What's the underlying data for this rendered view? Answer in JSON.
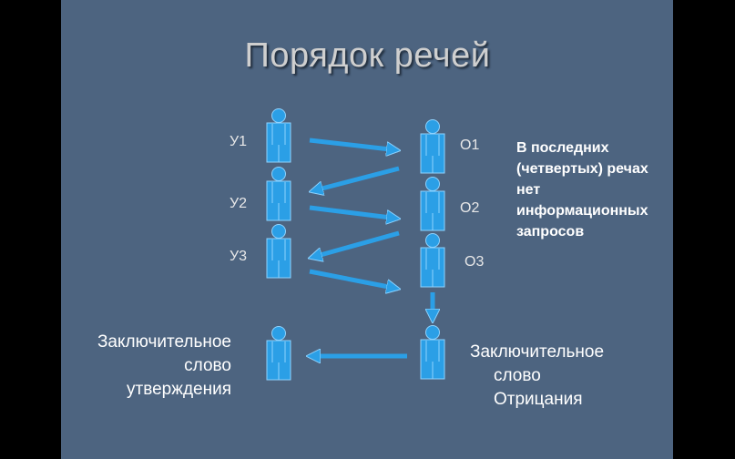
{
  "slide": {
    "title": "Порядок речей",
    "note": "В последних (четвертых) речах нет информационных запросов",
    "affirmative_labels": [
      "У1",
      "У2",
      "У3"
    ],
    "negative_labels": [
      "О1",
      "О2",
      "О3"
    ],
    "closing_affirmative": [
      "Заключительное",
      "слово",
      "утверждения"
    ],
    "closing_negative": [
      "Заключительное",
      "слово",
      "Отрицания"
    ],
    "colors": {
      "background": "#4d6480",
      "figure_fill": "#2b9fe6",
      "figure_stroke": "#8fd3ff",
      "letterbox": "#000000"
    },
    "icons": [
      "person-icon",
      "arrow-icon"
    ]
  }
}
